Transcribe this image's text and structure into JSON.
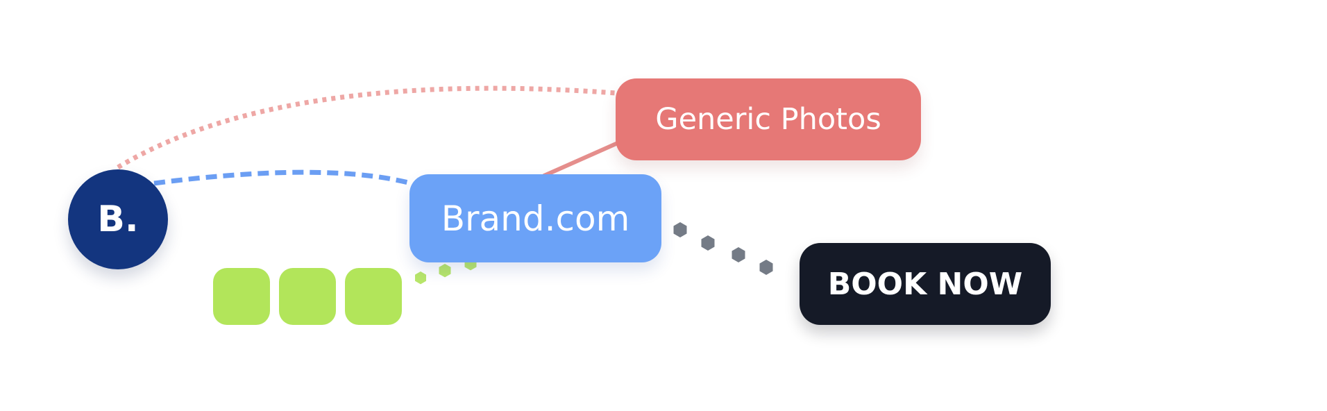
{
  "logo": {
    "label": "B."
  },
  "nodes": {
    "generic_photos": "Generic Photos",
    "brand_com": "Brand.com",
    "book_now": "BOOK NOW"
  },
  "colors": {
    "logo_bg": "#13357f",
    "generic_photos_bg": "#e67876",
    "brand_com_bg": "#6ba2f7",
    "book_now_bg": "#151a27",
    "green_squares": "#b2e55a",
    "pink_dots": "#eea7a5",
    "blue_dash": "#6b9ef3",
    "gray_hexagons": "#747b86",
    "green_hexagons": "#b8e66a"
  },
  "decorations": {
    "green_square_count": 3,
    "connector_icons": [
      "hexagon-dot-icon"
    ]
  }
}
